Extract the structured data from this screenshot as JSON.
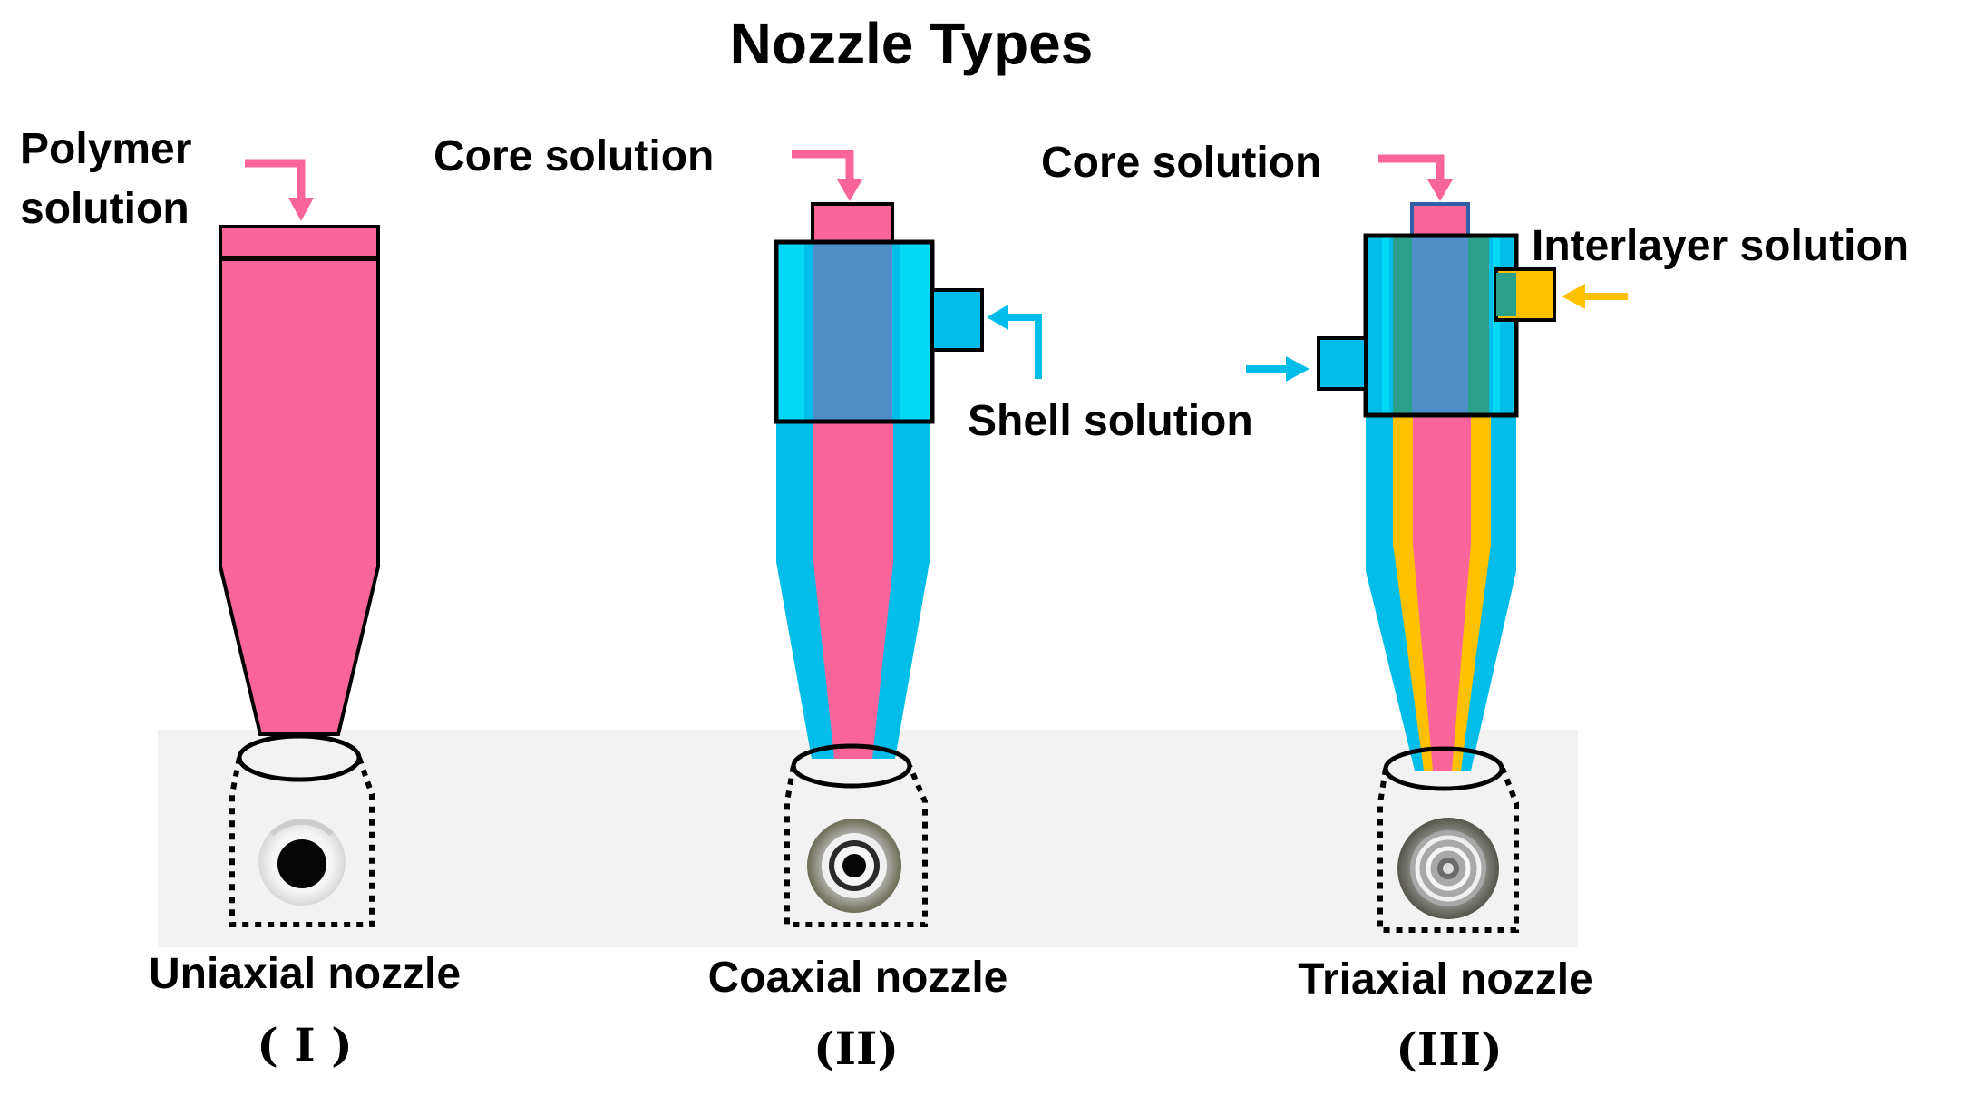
{
  "title": "Nozzle Types",
  "colors": {
    "polymer": "#f9659a",
    "core": "#f9659a",
    "core_overlay": "#4f8dc8",
    "shell": "#00bde9",
    "shell_light": "#00d8f6",
    "interlayer": "#ffc000",
    "interlayer_overlay": "#2aa08a",
    "background_band": "#f2f2f2",
    "outline": "#000000"
  },
  "nozzles": [
    {
      "name": "Uniaxial nozzle",
      "numeral": "( I )",
      "inputs": [
        "Polymer",
        "solution"
      ],
      "layers": [
        "polymer"
      ]
    },
    {
      "name": "Coaxial nozzle",
      "numeral": "(II)",
      "inputs": [
        "Core solution",
        "Shell solution"
      ],
      "layers": [
        "core",
        "shell"
      ]
    },
    {
      "name": "Triaxial nozzle",
      "numeral": "(III)",
      "inputs": [
        "Core solution",
        "Interlayer solution"
      ],
      "layers": [
        "core",
        "interlayer",
        "shell"
      ]
    }
  ]
}
